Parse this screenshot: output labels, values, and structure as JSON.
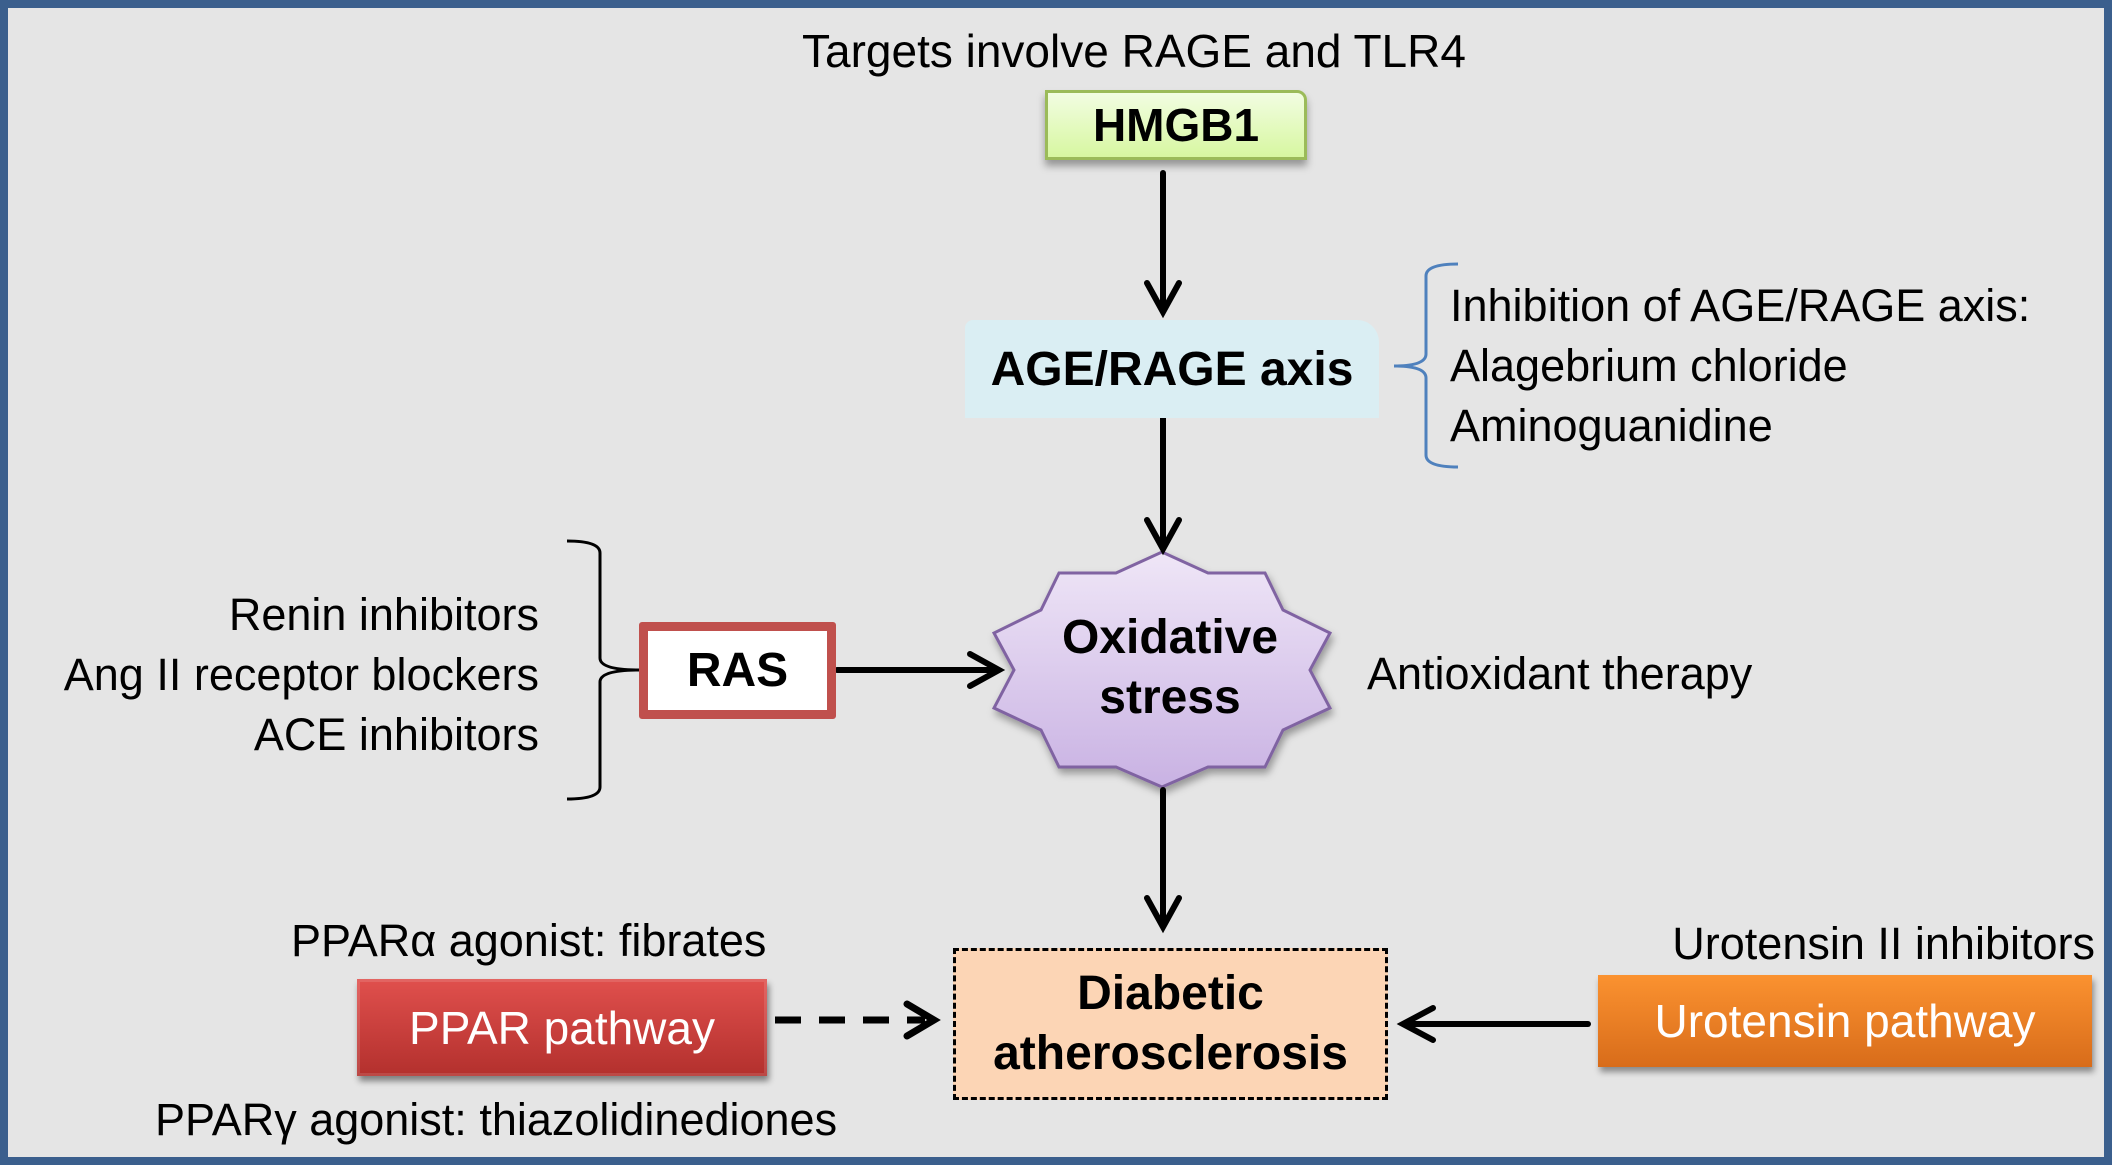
{
  "colors": {
    "frame": "#3b5f8d",
    "background": "#e5e5e5",
    "hmgb1_fill": "#d7f7a0",
    "hmgb1_border": "#9bbb59",
    "agerage_fill": "#daeef3",
    "ras_border": "#c0504d",
    "oxidative_fill": "#d9c5ea",
    "oxidative_border": "#8064a2",
    "diabetic_fill": "#fcd5b5",
    "ppar_fill": "#c0392f",
    "urotensin_fill": "#f58a25",
    "brace_blue": "#4f81bd"
  },
  "title": "Targets involve RAGE and TLR4",
  "nodes": {
    "hmgb1": "HMGB1",
    "age_rage": "AGE/RAGE axis",
    "ras": "RAS",
    "oxidative_stress": [
      "Oxidative",
      "stress"
    ],
    "diabetic_atherosclerosis": [
      "Diabetic",
      "atherosclerosis"
    ],
    "ppar": "PPAR pathway",
    "urotensin": "Urotensin pathway"
  },
  "annotations": {
    "age_rage_inhibitors": [
      "Inhibition of AGE/RAGE axis:",
      "Alagebrium chloride",
      "Aminoguanidine"
    ],
    "ras_inhibitors": [
      "Renin inhibitors",
      "Ang II receptor blockers",
      "ACE inhibitors"
    ],
    "antioxidant": "Antioxidant therapy",
    "ppar_alpha": "PPARα agonist: fibrates",
    "ppar_gamma": "PPARγ agonist: thiazolidinediones",
    "urotensin_inhibitors": "Urotensin II inhibitors"
  },
  "edges": [
    {
      "from": "hmgb1",
      "to": "age_rage",
      "style": "solid"
    },
    {
      "from": "age_rage",
      "to": "oxidative_stress",
      "style": "solid"
    },
    {
      "from": "ras",
      "to": "oxidative_stress",
      "style": "solid"
    },
    {
      "from": "oxidative_stress",
      "to": "diabetic_atherosclerosis",
      "style": "solid"
    },
    {
      "from": "ppar",
      "to": "diabetic_atherosclerosis",
      "style": "dashed"
    },
    {
      "from": "urotensin",
      "to": "diabetic_atherosclerosis",
      "style": "solid"
    }
  ]
}
